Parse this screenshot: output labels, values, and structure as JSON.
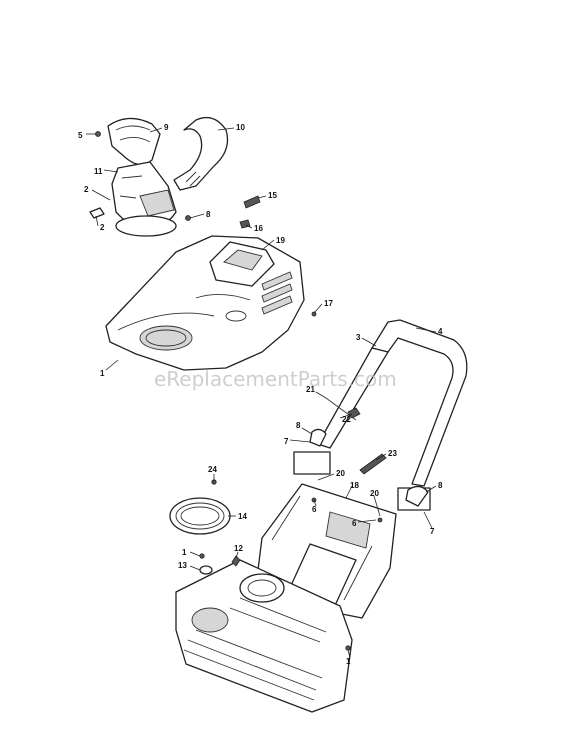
{
  "watermark": "eReplacementParts.com",
  "callouts": [
    {
      "id": "c5",
      "label": "5"
    },
    {
      "id": "c9",
      "label": "9"
    },
    {
      "id": "c10",
      "label": "10"
    },
    {
      "id": "c11",
      "label": "11"
    },
    {
      "id": "c2a",
      "label": "2"
    },
    {
      "id": "c2b",
      "label": "2"
    },
    {
      "id": "c8a",
      "label": "8"
    },
    {
      "id": "c15",
      "label": "15"
    },
    {
      "id": "c16",
      "label": "16"
    },
    {
      "id": "c19",
      "label": "19"
    },
    {
      "id": "c17",
      "label": "17"
    },
    {
      "id": "c1a",
      "label": "1"
    },
    {
      "id": "c3",
      "label": "3"
    },
    {
      "id": "c4",
      "label": "4"
    },
    {
      "id": "c21",
      "label": "21"
    },
    {
      "id": "c22",
      "label": "22"
    },
    {
      "id": "c8b",
      "label": "8"
    },
    {
      "id": "c7a",
      "label": "7"
    },
    {
      "id": "c23",
      "label": "23"
    },
    {
      "id": "c20a",
      "label": "20"
    },
    {
      "id": "c18",
      "label": "18"
    },
    {
      "id": "c6a",
      "label": "6"
    },
    {
      "id": "c20b",
      "label": "20"
    },
    {
      "id": "c6b",
      "label": "6"
    },
    {
      "id": "c8c",
      "label": "8"
    },
    {
      "id": "c7b",
      "label": "7"
    },
    {
      "id": "c24",
      "label": "24"
    },
    {
      "id": "c14",
      "label": "14"
    },
    {
      "id": "c1b",
      "label": "1"
    },
    {
      "id": "c12",
      "label": "12"
    },
    {
      "id": "c13",
      "label": "13"
    },
    {
      "id": "c1c",
      "label": "1"
    }
  ]
}
